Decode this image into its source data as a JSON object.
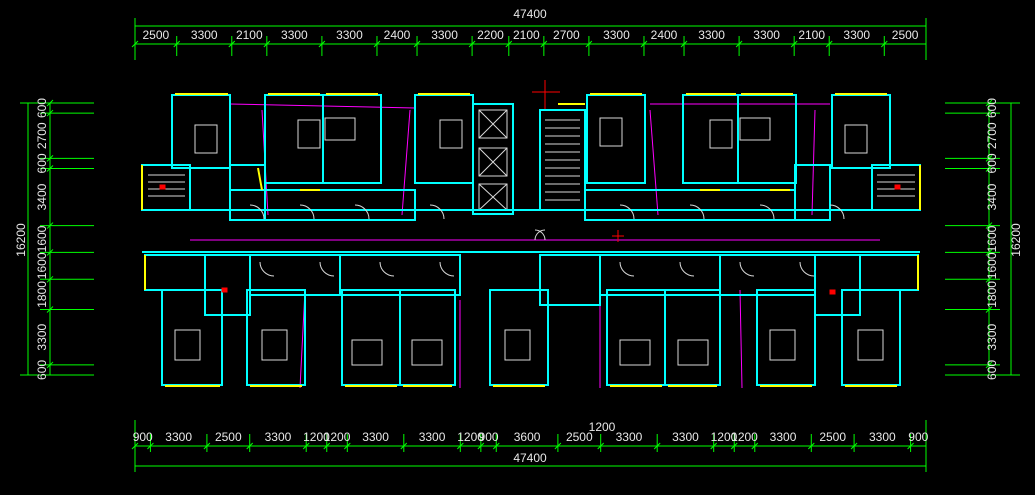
{
  "top_total": "47400",
  "top_dims": [
    "2500",
    "3300",
    "2100",
    "3300",
    "3300",
    "2400",
    "3300",
    "2200",
    "2100",
    "2700",
    "3300",
    "2400",
    "3300",
    "3300",
    "2100",
    "3300",
    "2500"
  ],
  "bottom_total": "47400",
  "bottom_mid_label": "1200",
  "bottom_dims": [
    "900",
    "3300",
    "2500",
    "3300",
    "1200",
    "1200",
    "3300",
    "3300",
    "1200",
    "900",
    "3600",
    "2500",
    "3300",
    "3300",
    "1200",
    "1200",
    "3300",
    "2500",
    "3300",
    "900"
  ],
  "left_total": "16200",
  "left_dims": [
    "600",
    "2700",
    "600",
    "3400",
    "1600",
    "1600",
    "1800",
    "3300",
    "600"
  ],
  "right_total": "16200",
  "right_dims": [
    "600",
    "2700",
    "600",
    "3400",
    "1600",
    "1600",
    "1800",
    "3300",
    "600"
  ],
  "colors": {
    "background": "#000000",
    "dimension": "#00ff00",
    "wall": "#00ffff",
    "window": "#ffff00",
    "furniture": "#d8d8d8",
    "axis": "#ff00ff",
    "marker": "#ff0000"
  }
}
